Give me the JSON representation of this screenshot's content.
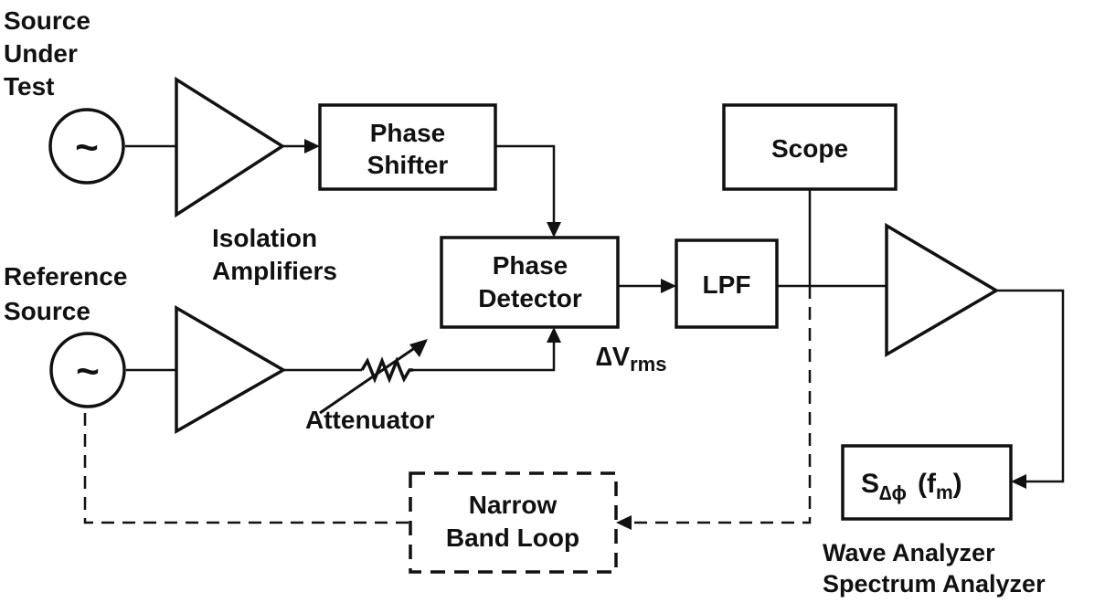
{
  "labels": {
    "source_under_test": [
      "Source",
      "Under",
      "Test"
    ],
    "reference_source": [
      "Reference",
      "Source"
    ],
    "isolation_amplifiers": [
      "Isolation",
      "Amplifiers"
    ],
    "phase_shifter": [
      "Phase",
      "Shifter"
    ],
    "phase_detector": [
      "Phase",
      "Detector"
    ],
    "lpf": "LPF",
    "scope": "Scope",
    "attenuator": "Attenuator",
    "delta_v": "∆V",
    "delta_v_sub": "rms",
    "narrow_band_loop": [
      "Narrow",
      "Band Loop"
    ],
    "analyzer_s": "S",
    "analyzer_s_sub": "∆ϕ",
    "analyzer_f_open": "(f",
    "analyzer_f_sub": "m",
    "analyzer_f_close": ")",
    "wave_analyzer": "Wave Analyzer",
    "spectrum_analyzer": "Spectrum Analyzer",
    "tilde": "~"
  },
  "icons": {
    "source_symbol": "sine-source-icon",
    "amplifier_symbol": "amplifier-triangle-icon",
    "attenuator_symbol": "variable-resistor-icon",
    "arrow_symbol": "arrowhead-icon"
  }
}
